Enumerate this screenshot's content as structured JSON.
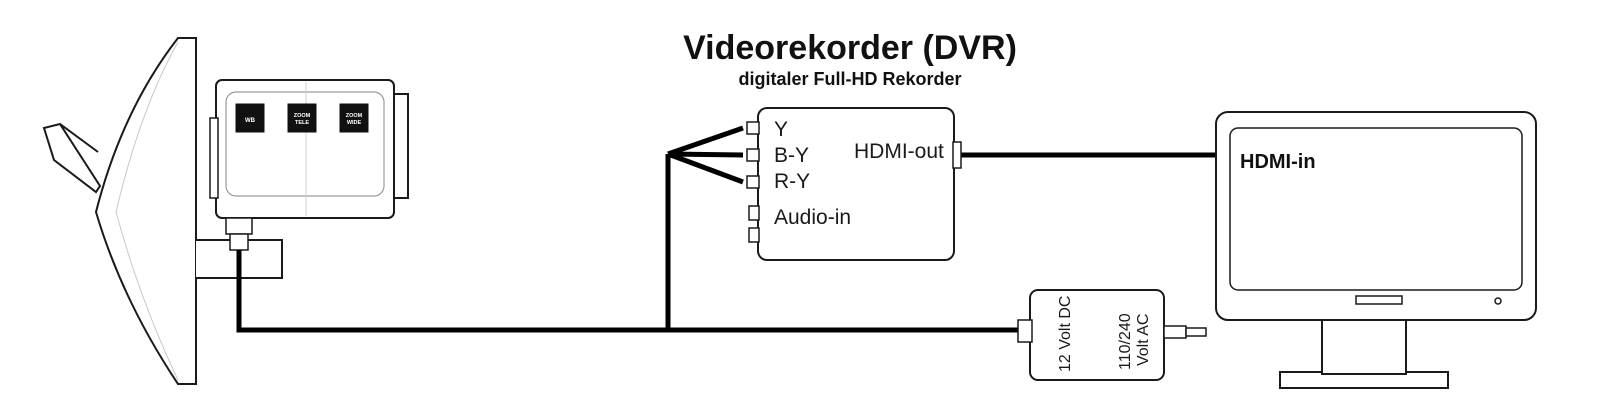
{
  "title": "Videorekorder (DVR)",
  "subtitle": "digitaler Full-HD Rekorder",
  "camera": {
    "buttons": [
      {
        "line1": "WB",
        "line2": ""
      },
      {
        "line1": "ZOOM",
        "line2": "TELE"
      },
      {
        "line1": "ZOOM",
        "line2": "WIDE"
      }
    ]
  },
  "dvr": {
    "inputs": [
      "Y",
      "B-Y",
      "R-Y"
    ],
    "audio_label": "Audio-in",
    "output_label": "HDMI-out"
  },
  "monitor": {
    "input_label": "HDMI-in"
  },
  "power_supply": {
    "dc_label": "12 Volt DC",
    "ac_line1": "110/240",
    "ac_line2": "Volt AC"
  },
  "colors": {
    "line": "#1a1a1a",
    "cable": "#000000",
    "button_fill": "#111111",
    "button_text": "#ffffff",
    "background": "#ffffff"
  }
}
